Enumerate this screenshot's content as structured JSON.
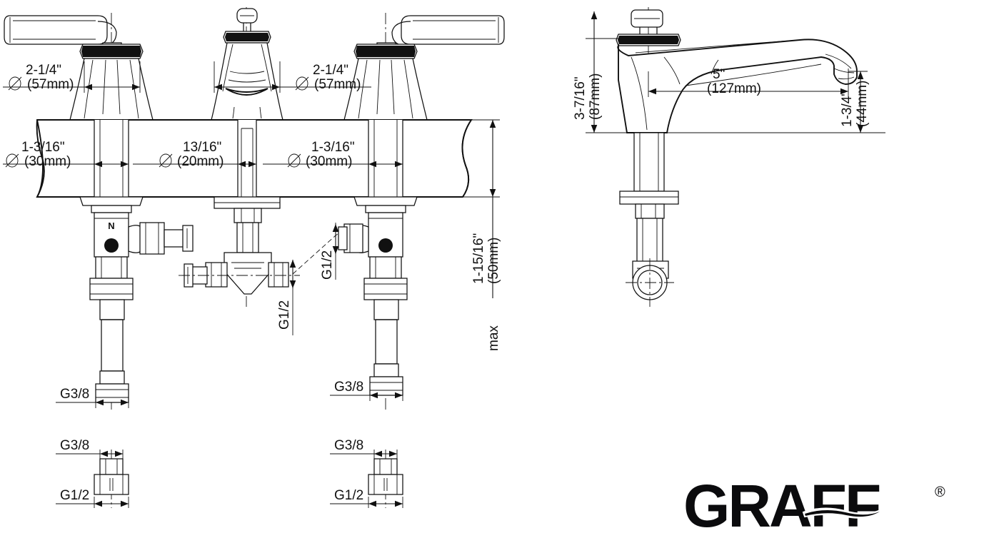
{
  "document": {
    "type": "technical-drawing",
    "subject": "Widespread lavatory faucet — installation dimensions",
    "brand": "GRAFF",
    "background_color": "#ffffff",
    "line_color": "#111111"
  },
  "views": {
    "front": {
      "name": "front-section-view",
      "description": "Front view with countertop shown in hatched section"
    },
    "side": {
      "name": "side-view",
      "description": "Side elevation of spout"
    },
    "detail": {
      "name": "adapter-detail-view",
      "description": "Two G3/8 to G1/2 adapter fittings"
    }
  },
  "dimensions": {
    "escutcheon_left": {
      "imperial": "2-1/4\"",
      "metric": "(57mm)",
      "diameter": true
    },
    "escutcheon_right": {
      "imperial": "2-1/4\"",
      "metric": "(57mm)",
      "diameter": true
    },
    "hole_left": {
      "imperial": "1-3/16\"",
      "metric": "(30mm)",
      "diameter": true
    },
    "hole_center": {
      "imperial": "13/16\"",
      "metric": "(20mm)",
      "diameter": true
    },
    "hole_right": {
      "imperial": "1-3/16\"",
      "metric": "(30mm)",
      "diameter": true
    },
    "deck_thickness": {
      "imperial": "1-15/16\"",
      "metric": "(50mm)",
      "note": "max"
    },
    "spout_height": {
      "imperial": "3-7/16\"",
      "metric": "(87mm)"
    },
    "spout_reach": {
      "imperial": "5\"",
      "metric": "(127mm)"
    },
    "spout_outlet_height": {
      "imperial": "1-3/4\"",
      "metric": "(44mm)"
    }
  },
  "threads": {
    "valve_left_outlet": "G1/2",
    "valve_right_outlet": "G1/2",
    "tee_outlet": "G1/2",
    "hose_left": "G3/8",
    "hose_right": "G3/8",
    "adapter_left_top": "G3/8",
    "adapter_left_bottom": "G1/2",
    "adapter_right_top": "G3/8",
    "adapter_right_bottom": "G1/2"
  },
  "markings": {
    "valve_letter": "N"
  },
  "logo": {
    "wordmark": "GRAFF",
    "registered_mark": "®"
  }
}
